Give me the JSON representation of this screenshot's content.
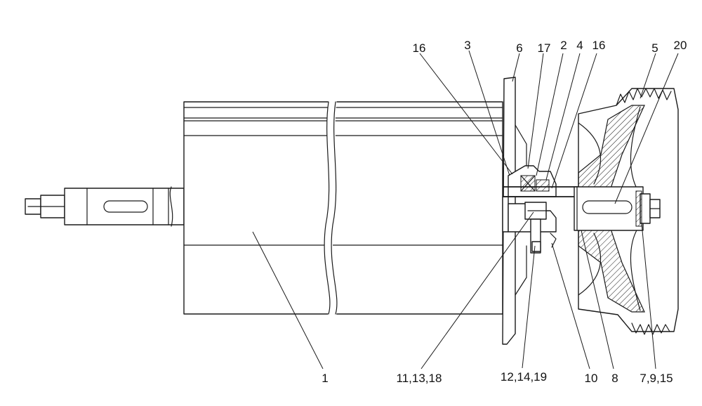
{
  "callouts": {
    "c1": "1",
    "c2": "2",
    "c3": "3",
    "c4": "4",
    "c5": "5",
    "c6": "6",
    "c8": "8",
    "c10": "10",
    "c16a": "16",
    "c16b": "16",
    "c17": "17",
    "c20": "20",
    "c7_9_15": "7,9,15",
    "c11_13_18": "11,13,18",
    "c12_14_19": "12,14,19"
  }
}
